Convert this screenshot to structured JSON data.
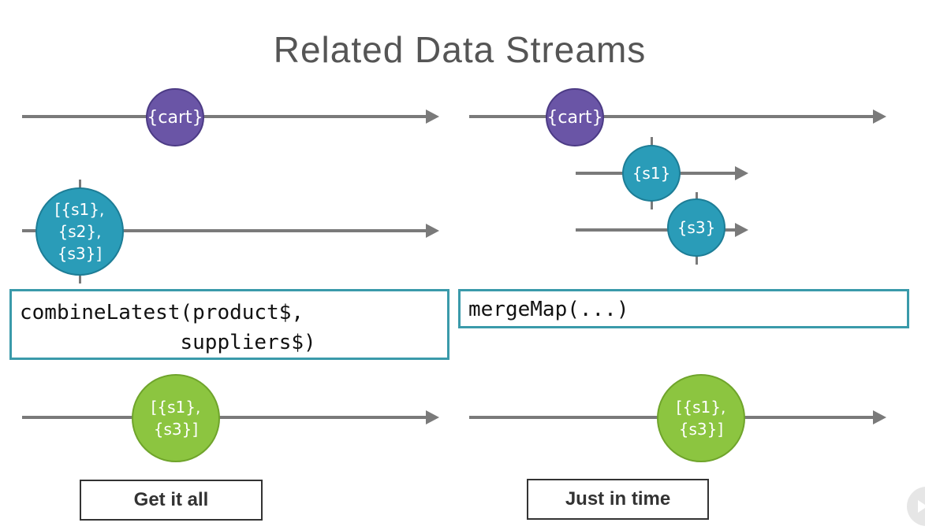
{
  "title": "Related Data Streams",
  "colors": {
    "cart": "#6a55a6",
    "supplier": "#2a9cb8",
    "output": "#8cc540",
    "operator_border": "#3a9aaa",
    "stream_line": "#7a7a7a"
  },
  "left": {
    "cart_marble": "{cart}",
    "suppliers_marble": "[{s1},\n{s2},\n{s3}]",
    "operator": "combineLatest(product$,\n             suppliers$)",
    "output_marble": "[{s1},\n{s3}]",
    "caption": "Get it all"
  },
  "right": {
    "cart_marble": "{cart}",
    "s1_marble": "{s1}",
    "s3_marble": "{s3}",
    "operator": "mergeMap(...)",
    "output_marble": "[{s1},\n{s3}]",
    "caption": "Just in time"
  }
}
